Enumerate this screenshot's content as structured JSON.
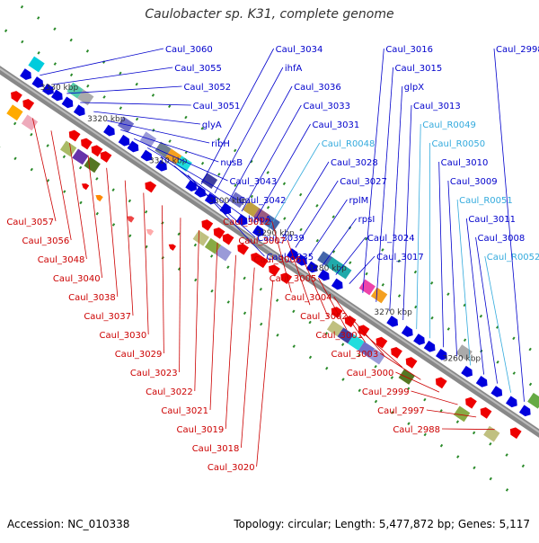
{
  "title": "Caulobacter sp. K31, complete genome",
  "footer": {
    "accession": "Accession: NC_010338",
    "topology": "Topology: circular; Length: 5,477,872 bp; Genes: 5,117"
  },
  "colors": {
    "forward_label": "#0000cc",
    "reverse_label": "#cc0000",
    "rna_label": "#33aadd",
    "backbone": "#888888"
  },
  "ticks": [
    "3330 kbp",
    "3320 kbp",
    "3310 kbp",
    "3300 kbp",
    "3290 kbp",
    "3280 kbp",
    "3270 kbp",
    "3260 kbp"
  ],
  "forward_labels": [
    "Caul_3060",
    "Caul_3055",
    "Caul_3052",
    "Caul_3051",
    "glyA",
    "ribH",
    "nusB",
    "Caul_3043",
    "Caul_3042",
    "hppA",
    "Caul_3039",
    "Caul_3035",
    "Caul_3034",
    "ihfA",
    "Caul_3036",
    "Caul_3033",
    "Caul_3031",
    "Caul_R0048",
    "Caul_3028",
    "Caul_3027",
    "rplM",
    "rpsI",
    "Caul_3024",
    "Caul_3017",
    "Caul_3016",
    "Caul_3015",
    "glpX",
    "Caul_3013",
    "Caul_R0049",
    "Caul_R0050",
    "Caul_3010",
    "Caul_3009",
    "Caul_R0051",
    "Caul_3011",
    "Caul_3008",
    "Caul_R0052",
    "Caul_2998"
  ],
  "rna_labels": [
    "Caul_R0048",
    "Caul_R0049",
    "Caul_R0050",
    "Caul_R0051",
    "Caul_R0052"
  ],
  "reverse_labels": [
    "Caul_3057",
    "Caul_3056",
    "Caul_3048",
    "Caul_3040",
    "Caul_3038",
    "Caul_3037",
    "Caul_3030",
    "Caul_3029",
    "Caul_3023",
    "Caul_3022",
    "Caul_3021",
    "Caul_3019",
    "Caul_3018",
    "Caul_3020",
    "Caul_3012",
    "Caul_3007",
    "Caul_3006",
    "Caul_3005",
    "Caul_3004",
    "Caul_3002",
    "Caul_3001",
    "Caul_3003",
    "Caul_3000",
    "Caul_2999",
    "Caul_2997",
    "Caul_2988"
  ]
}
